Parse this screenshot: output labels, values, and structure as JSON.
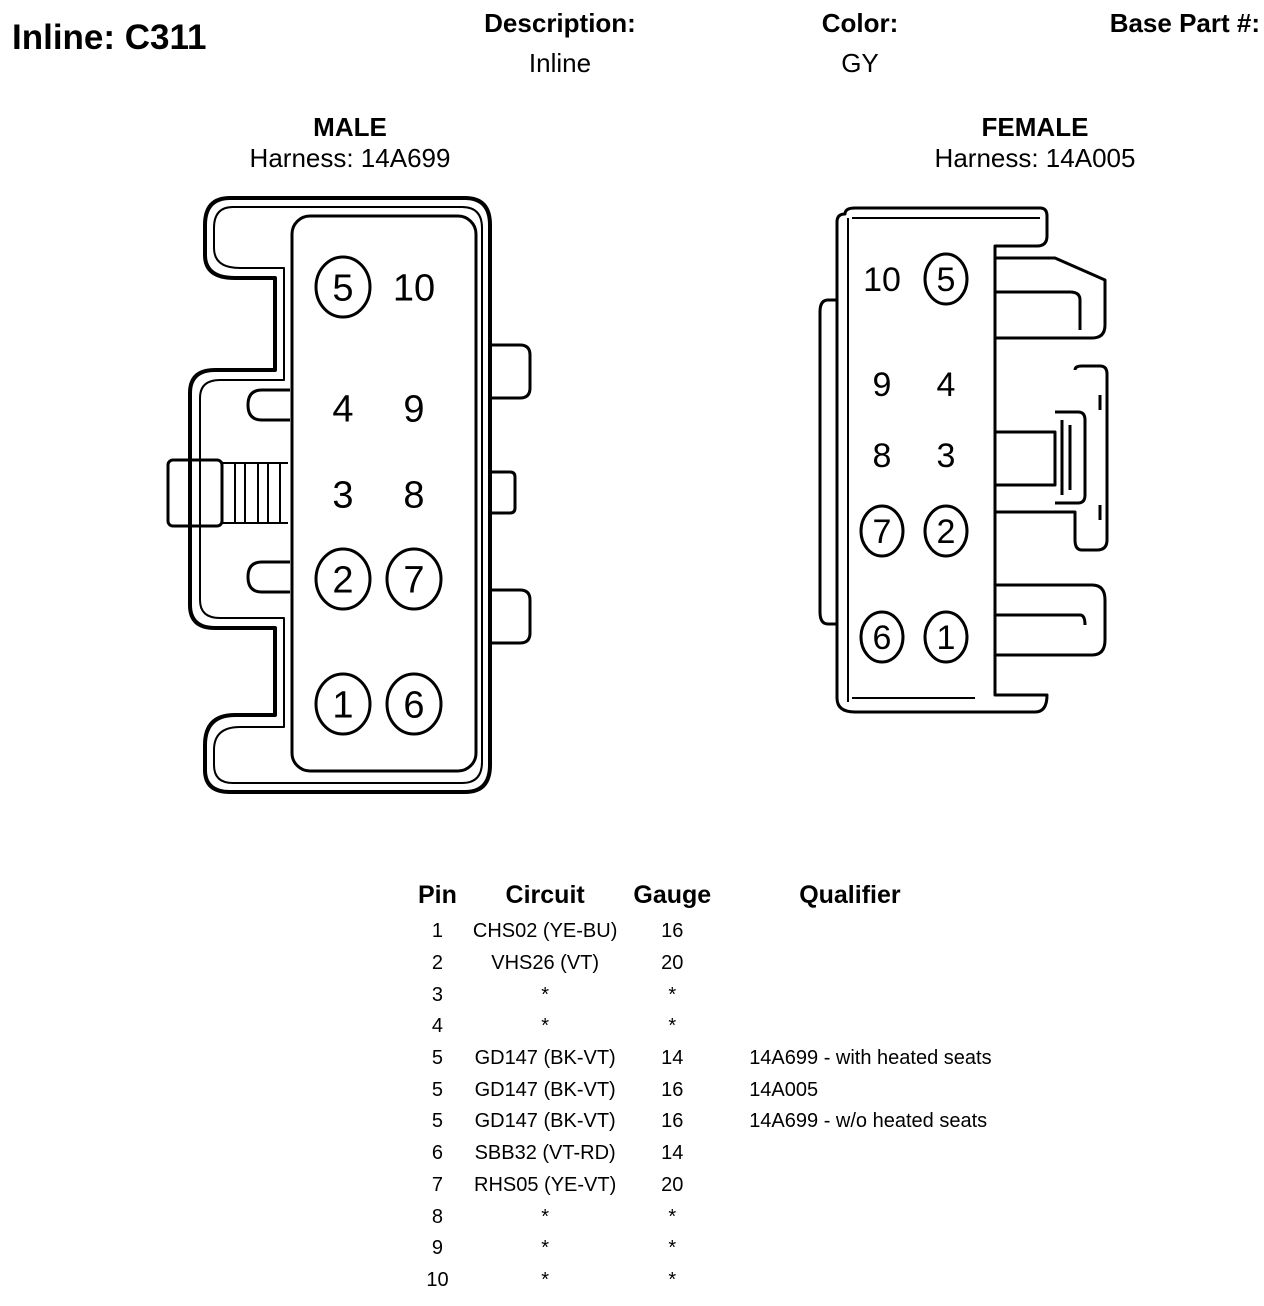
{
  "connector": {
    "title": "Inline: C311",
    "description_label": "Description:",
    "description_value": "Inline",
    "color_label": "Color:",
    "color_value": "GY",
    "base_part_label": "Base Part #:"
  },
  "male": {
    "title": "MALE",
    "harness": "Harness: 14A699",
    "pins": [
      {
        "label": "5",
        "circled": true
      },
      {
        "label": "10",
        "circled": false
      },
      {
        "label": "4",
        "circled": false
      },
      {
        "label": "9",
        "circled": false
      },
      {
        "label": "3",
        "circled": false
      },
      {
        "label": "8",
        "circled": false
      },
      {
        "label": "2",
        "circled": true
      },
      {
        "label": "7",
        "circled": true
      },
      {
        "label": "1",
        "circled": true
      },
      {
        "label": "6",
        "circled": true
      }
    ]
  },
  "female": {
    "title": "FEMALE",
    "harness": "Harness: 14A005",
    "pins": [
      {
        "label": "10",
        "circled": false
      },
      {
        "label": "5",
        "circled": true
      },
      {
        "label": "9",
        "circled": false
      },
      {
        "label": "4",
        "circled": false
      },
      {
        "label": "8",
        "circled": false
      },
      {
        "label": "3",
        "circled": false
      },
      {
        "label": "7",
        "circled": true
      },
      {
        "label": "2",
        "circled": true
      },
      {
        "label": "6",
        "circled": true
      },
      {
        "label": "1",
        "circled": true
      }
    ]
  },
  "table": {
    "headers": {
      "pin": "Pin",
      "circuit": "Circuit",
      "gauge": "Gauge",
      "qualifier": "Qualifier"
    },
    "rows": [
      {
        "pin": "1",
        "circuit": "CHS02 (YE-BU)",
        "gauge": "16",
        "qualifier": ""
      },
      {
        "pin": "2",
        "circuit": "VHS26 (VT)",
        "gauge": "20",
        "qualifier": ""
      },
      {
        "pin": "3",
        "circuit": "*",
        "gauge": "*",
        "qualifier": ""
      },
      {
        "pin": "4",
        "circuit": "*",
        "gauge": "*",
        "qualifier": ""
      },
      {
        "pin": "5",
        "circuit": "GD147 (BK-VT)",
        "gauge": "14",
        "qualifier": "14A699 - with heated seats"
      },
      {
        "pin": "5",
        "circuit": "GD147 (BK-VT)",
        "gauge": "16",
        "qualifier": "14A005"
      },
      {
        "pin": "5",
        "circuit": "GD147 (BK-VT)",
        "gauge": "16",
        "qualifier": "14A699 - w/o heated seats"
      },
      {
        "pin": "6",
        "circuit": "SBB32 (VT-RD)",
        "gauge": "14",
        "qualifier": ""
      },
      {
        "pin": "7",
        "circuit": "RHS05 (YE-VT)",
        "gauge": "20",
        "qualifier": ""
      },
      {
        "pin": "8",
        "circuit": "*",
        "gauge": "*",
        "qualifier": ""
      },
      {
        "pin": "9",
        "circuit": "*",
        "gauge": "*",
        "qualifier": ""
      },
      {
        "pin": "10",
        "circuit": "*",
        "gauge": "*",
        "qualifier": ""
      }
    ]
  }
}
